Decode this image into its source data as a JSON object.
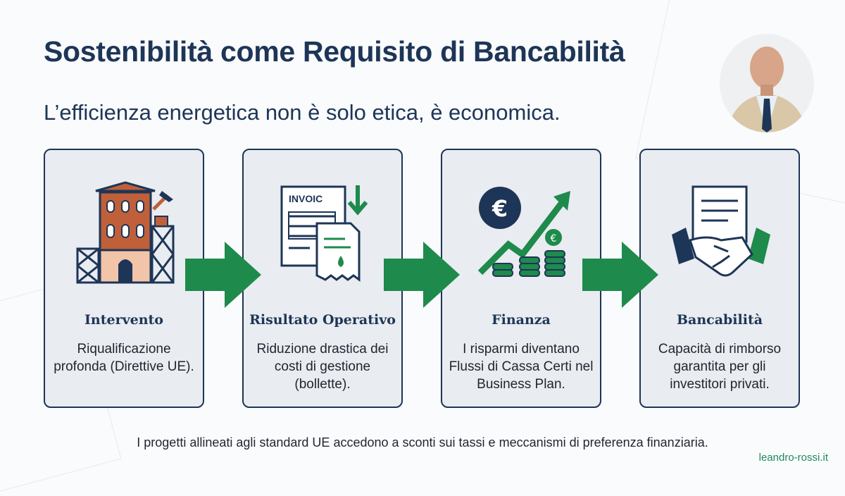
{
  "title": "Sostenibilità come Requisito di Bancabilità",
  "subtitle": "L’efficienza energetica non è solo etica, è economica.",
  "cards": [
    {
      "title": "Intervento",
      "text": "Riqualificazione profonda (Direttive UE).",
      "icon": "building-renovation-icon"
    },
    {
      "title": "Risultato Operativo",
      "text": "Riduzione drastica dei costi di gestione (bollette).",
      "icon": "invoice-icon",
      "icon_label": "INVOIC"
    },
    {
      "title": "Finanza",
      "text": "I risparmi diventano Flussi di Cassa Certi nel Business Plan.",
      "icon": "euro-growth-icon"
    },
    {
      "title": "Bancabilità",
      "text": "Capacità di rimborso garantita per gli investitori privati.",
      "icon": "handshake-contract-icon"
    }
  ],
  "footer": "I progetti allineati agli standard UE accedono a sconti sui tassi e meccanismi di preferenza finanziaria.",
  "brand": "leandro-rossi.it",
  "colors": {
    "navy": "#1d3557",
    "green": "#1e8a4c",
    "brick": "#c0603a",
    "card_bg": "#e9ecf0"
  }
}
